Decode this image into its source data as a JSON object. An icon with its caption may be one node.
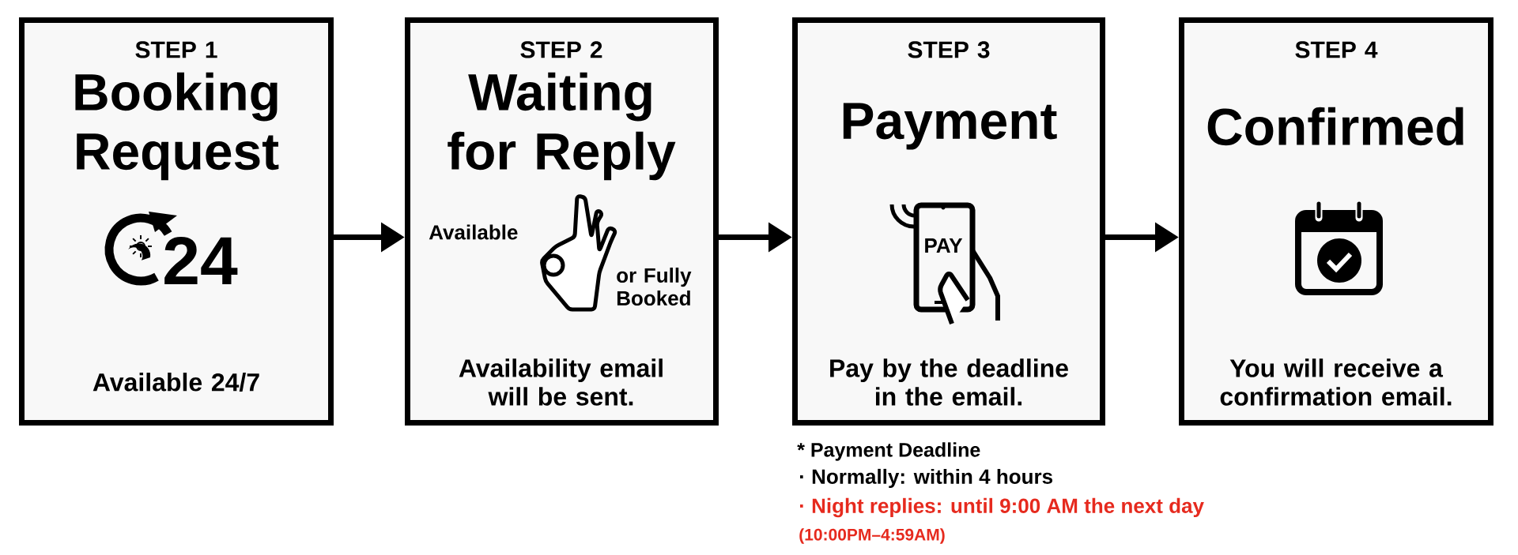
{
  "diagram": {
    "nodes": [
      {
        "text": [
          "STEP 1",
          "Booking Request",
          "24",
          "Available 24/7"
        ]
      },
      {
        "text": [
          "STEP 2",
          "Waiting for Reply",
          "Available",
          "or Fully Booked",
          "Availability email will be sent."
        ]
      },
      {
        "text": [
          "STEP 3",
          "Payment",
          "PAY",
          "Pay by the deadline in the email."
        ]
      },
      {
        "text": [
          "STEP 4",
          "Confirmed",
          "You will receive a confirmation email."
        ]
      }
    ],
    "edges": [
      {
        "from": 0,
        "to": 1,
        "arrow": "to"
      },
      {
        "from": 1,
        "to": 2,
        "arrow": "to"
      },
      {
        "from": 2,
        "to": 3,
        "arrow": "to"
      }
    ],
    "labels": [
      "* Payment Deadline",
      "· Normally: within 4 hours",
      "· Night replies: until 9:00 AM the next day",
      "(10:00PM–4:59AM)"
    ]
  }
}
